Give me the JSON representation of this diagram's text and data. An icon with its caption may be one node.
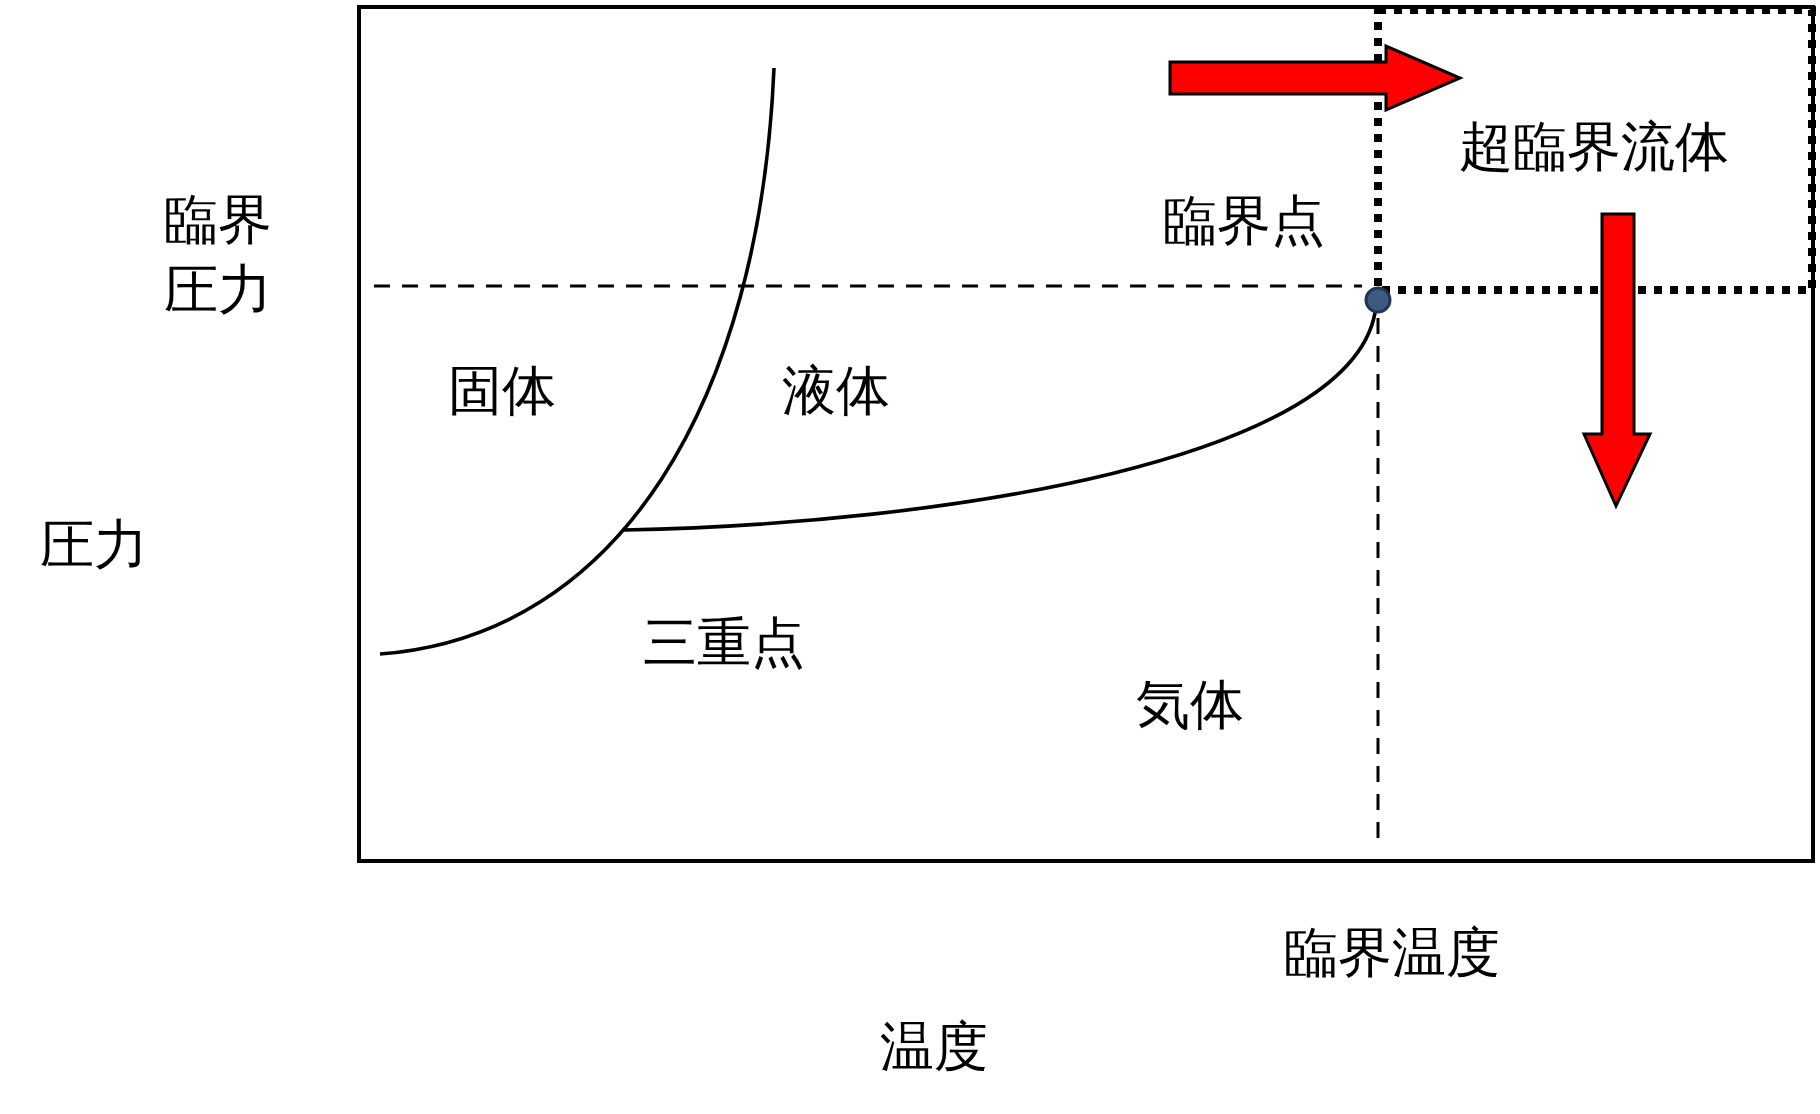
{
  "diagram": {
    "nodes": [
      {
        "text": [
          "超臨界流体"
        ]
      }
    ],
    "labels": [
      "臨界圧力",
      "臨界点",
      "固体",
      "液体",
      "圧力",
      "三重点",
      "気体",
      "臨界温度",
      "温度"
    ]
  }
}
